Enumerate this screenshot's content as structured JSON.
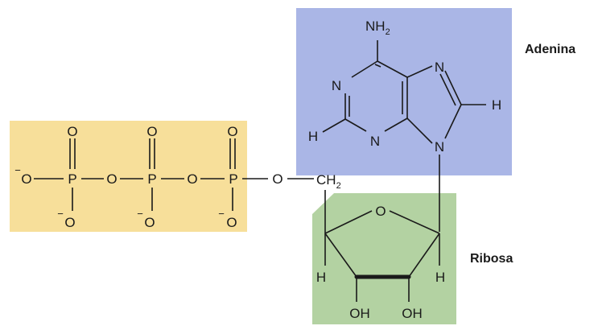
{
  "labels": {
    "adenine": "Adenina",
    "ribose": "Ribosa"
  },
  "atoms": {
    "o": "O",
    "p": "P",
    "n": "N",
    "h": "H",
    "c": "C",
    "oh": "OH",
    "minus": "−",
    "nh2_n": "NH",
    "nh2_sub": "2",
    "ch2_c": "CH",
    "ch2_sub": "2"
  },
  "colors": {
    "phosphate_region": "#f7df9a",
    "adenine_region": "#aab6e6",
    "ribose_region": "#b3d2a2"
  }
}
